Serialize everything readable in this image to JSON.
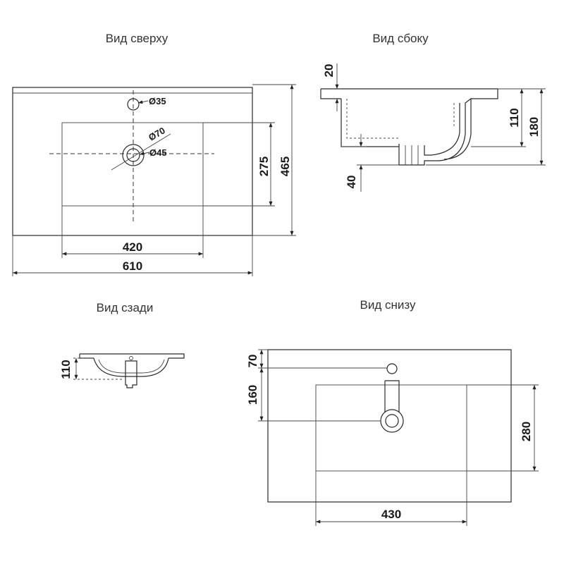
{
  "views": {
    "top": {
      "title": "Вид сверху",
      "dim_hole_small": "Ø35",
      "dim_hole_outer": "Ø70",
      "dim_hole_inner": "Ø45",
      "dim_bowl_width": "420",
      "dim_total_width": "610",
      "dim_bowl_depth": "275",
      "dim_total_depth": "465"
    },
    "side": {
      "title": "Вид сбоку",
      "dim_rim": "20",
      "dim_bowl": "110",
      "dim_total": "180",
      "dim_drain": "40"
    },
    "back": {
      "title": "Вид сзади",
      "dim_height": "110"
    },
    "bottom": {
      "title": "Вид снизу",
      "dim_offset": "70",
      "dim_spacing": "160",
      "dim_depth": "280",
      "dim_width": "430"
    }
  }
}
